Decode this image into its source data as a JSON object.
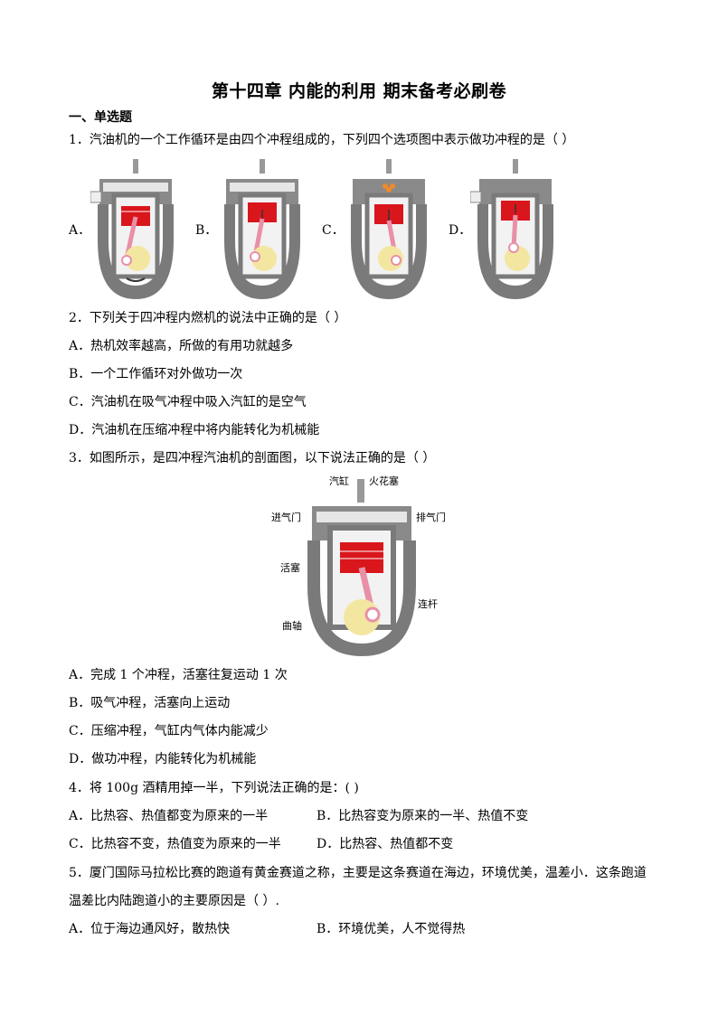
{
  "title": "第十四章  内能的利用  期末备考必刷卷",
  "section1": "一、单选题",
  "q1": {
    "stem": "1．汽油机的一个工作循环是由四个冲程组成的，下列四个选项图中表示做功冲程的是（        ）",
    "options": [
      "A．",
      "B．",
      "C．",
      "D．"
    ]
  },
  "q2": {
    "stem": "2．下列关于四冲程内燃机的说法中正确的是（        ）",
    "options": [
      "A．热机效率越高，所做的有用功就越多",
      "B．一个工作循环对外做功一次",
      "C．汽油机在吸气冲程中吸入汽缸的是空气",
      "D．汽油机在压缩冲程中将内能转化为机械能"
    ]
  },
  "q3": {
    "stem": "3．如图所示，是四冲程汽油机的剖面图，以下说法正确的是（        ）",
    "figure_labels": {
      "cylinder": "汽缸",
      "spark_plug": "火花塞",
      "intake": "进气门",
      "exhaust": "排气门",
      "piston": "活塞",
      "rod": "连杆",
      "crank": "曲轴"
    },
    "options": [
      "A．完成 1 个冲程，活塞往复运动 1 次",
      "B．吸气冲程，活塞向上运动",
      "C．压缩冲程，气缸内气体内能减少",
      "D．做功冲程，内能转化为机械能"
    ]
  },
  "q4": {
    "stem": "4．将 100g 酒精用掉一半，下列说法正确的是：(        )",
    "options": [
      "A．比热容、热值都变为原来的一半",
      "B．比热容变为原来的一半、热值不变",
      "C．比热容不变，热值变为原来的一半",
      "D．比热容、热值都不变"
    ]
  },
  "q5": {
    "stem_line1": "5．厦门国际马拉松比赛的跑道有黄金赛道之称，主要是这条赛道在海边，环境优美，温差小．这条跑道",
    "stem_line2": "温差比内陆跑道小的主要原因是（        ）.",
    "options": [
      "A．位于海边通风好，散热快",
      "B．环境优美，人不觉得热"
    ]
  },
  "colors": {
    "piston": "#d9161c",
    "body": "#7a7a7a",
    "crank": "#f3e6a0",
    "rod": "#e890a8"
  }
}
